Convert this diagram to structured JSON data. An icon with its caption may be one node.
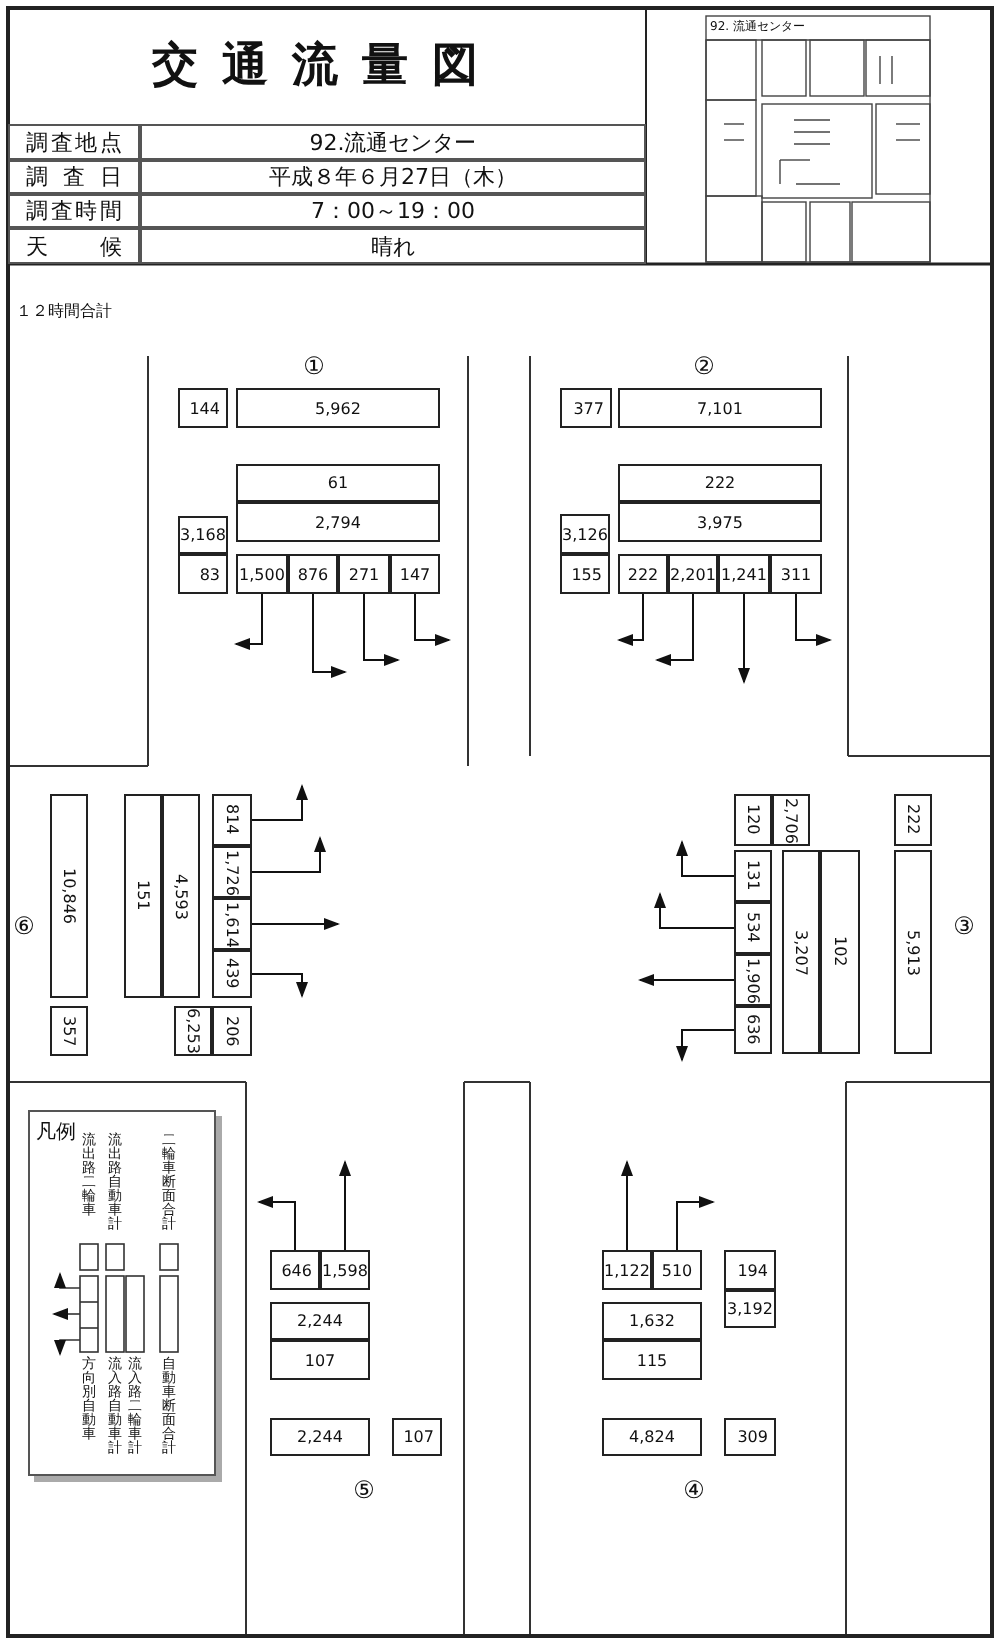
{
  "diagram": {
    "title": "交通流量図",
    "nodes": [
      {
        "text": [
          "144"
        ]
      },
      {
        "text": [
          "5,962"
        ]
      },
      {
        "text": [
          "61"
        ]
      },
      {
        "text": [
          "2,794"
        ]
      },
      {
        "text": [
          "3,168"
        ]
      },
      {
        "text": [
          "83"
        ]
      },
      {
        "text": [
          "1,500"
        ]
      },
      {
        "text": [
          "876"
        ]
      },
      {
        "text": [
          "271"
        ]
      },
      {
        "text": [
          "147"
        ]
      },
      {
        "text": [
          "377"
        ]
      },
      {
        "text": [
          "7,101"
        ]
      },
      {
        "text": [
          "222"
        ]
      },
      {
        "text": [
          "3,975"
        ]
      },
      {
        "text": [
          "3,126"
        ]
      },
      {
        "text": [
          "155"
        ]
      },
      {
        "text": [
          "222"
        ]
      },
      {
        "text": [
          "2,201"
        ]
      },
      {
        "text": [
          "1,241"
        ]
      },
      {
        "text": [
          "311"
        ]
      },
      {
        "text": [
          "10,846"
        ]
      },
      {
        "text": [
          "357"
        ]
      },
      {
        "text": [
          "151"
        ]
      },
      {
        "text": [
          "4,593"
        ]
      },
      {
        "text": [
          "814"
        ]
      },
      {
        "text": [
          "1,726"
        ]
      },
      {
        "text": [
          "1,614"
        ]
      },
      {
        "text": [
          "439"
        ]
      },
      {
        "text": [
          "6,253"
        ]
      },
      {
        "text": [
          "206"
        ]
      },
      {
        "text": [
          "120"
        ]
      },
      {
        "text": [
          "2,706"
        ]
      },
      {
        "text": [
          "222"
        ]
      },
      {
        "text": [
          "131"
        ]
      },
      {
        "text": [
          "534"
        ]
      },
      {
        "text": [
          "1,906"
        ]
      },
      {
        "text": [
          "636"
        ]
      },
      {
        "text": [
          "3,207"
        ]
      },
      {
        "text": [
          "102"
        ]
      },
      {
        "text": [
          "5,913"
        ]
      },
      {
        "text": [
          "646"
        ]
      },
      {
        "text": [
          "1,598"
        ]
      },
      {
        "text": [
          "2,244"
        ]
      },
      {
        "text": [
          "107"
        ]
      },
      {
        "text": [
          "2,244"
        ]
      },
      {
        "text": [
          "107"
        ]
      },
      {
        "text": [
          "1,122"
        ]
      },
      {
        "text": [
          "510"
        ]
      },
      {
        "text": [
          "194"
        ]
      },
      {
        "text": [
          "3,192"
        ]
      },
      {
        "text": [
          "1,632"
        ]
      },
      {
        "text": [
          "115"
        ]
      },
      {
        "text": [
          "4,824"
        ]
      },
      {
        "text": [
          "309"
        ]
      }
    ],
    "edges": [
      {
        "from": 6,
        "to": null,
        "arrow": "to"
      },
      {
        "from": 7,
        "to": null,
        "arrow": "to"
      },
      {
        "from": 8,
        "to": null,
        "arrow": "to"
      },
      {
        "from": 9,
        "to": null,
        "arrow": "to"
      },
      {
        "from": 16,
        "to": null,
        "arrow": "to"
      },
      {
        "from": 17,
        "to": null,
        "arrow": "to"
      },
      {
        "from": 18,
        "to": null,
        "arrow": "to"
      },
      {
        "from": 19,
        "to": null,
        "arrow": "to"
      },
      {
        "from": 24,
        "to": null,
        "arrow": "to"
      },
      {
        "from": 25,
        "to": null,
        "arrow": "to"
      },
      {
        "from": 26,
        "to": null,
        "arrow": "to"
      },
      {
        "from": 27,
        "to": null,
        "arrow": "to"
      },
      {
        "from": 33,
        "to": null,
        "arrow": "to"
      },
      {
        "from": 34,
        "to": null,
        "arrow": "to"
      },
      {
        "from": 35,
        "to": null,
        "arrow": "to"
      },
      {
        "from": 36,
        "to": null,
        "arrow": "to"
      },
      {
        "from": 40,
        "to": null,
        "arrow": "to"
      },
      {
        "from": 41,
        "to": null,
        "arrow": "to"
      },
      {
        "from": 46,
        "to": null,
        "arrow": "to"
      },
      {
        "from": 47,
        "to": null,
        "arrow": "to"
      }
    ],
    "labels": [
      "調査地点",
      "92.流通センター",
      "調査日",
      "平成８年６月27日（木）",
      "調査時間",
      "7：00～19：00",
      "天候",
      "晴れ",
      "92. 流通センター",
      "１２時間合計",
      "①",
      "②",
      "⑥",
      "③",
      "凡例",
      "⑤",
      "④"
    ],
    "legend": [
      {
        "text": "流出路二輪車"
      },
      {
        "text": "流出路自動車計"
      },
      {
        "text": "二輪車断面合計"
      },
      {
        "text": "方向別自動車"
      },
      {
        "text": "流入路自動車計"
      },
      {
        "text": "流入路二輪車計"
      },
      {
        "text": "自動車断面合計"
      }
    ]
  }
}
